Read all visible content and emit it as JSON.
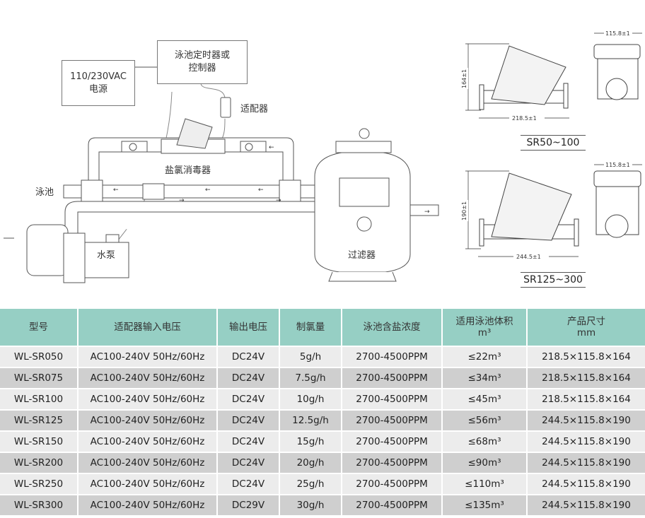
{
  "diagram": {
    "power_line1": "110/230VAC",
    "power_line2": "电源",
    "controller_line1": "泳池定时器或",
    "controller_line2": "控制器",
    "adapter": "适配器",
    "chlorinator": "盐氯消毒器",
    "pool": "泳池",
    "pump": "水泵",
    "filter": "过滤器"
  },
  "drawings": [
    {
      "model": "SR50~100",
      "height": "164±1",
      "length": "218.5±1",
      "width": "115.8±1"
    },
    {
      "model": "SR125~300",
      "height": "190±1",
      "length": "244.5±1",
      "width": "115.8±1"
    }
  ],
  "table": {
    "headers": [
      "型号",
      "适配器输入电压",
      "输出电压",
      "制氯量",
      "泳池含盐浓度",
      "适用泳池体积",
      "产品尺寸"
    ],
    "header_units": {
      "volume": "m³",
      "size": "mm"
    },
    "rows": [
      [
        "WL-SR050",
        "AC100-240V 50Hz/60Hz",
        "DC24V",
        "5g/h",
        "2700-4500PPM",
        "≤22m³",
        "218.5×115.8×164"
      ],
      [
        "WL-SR075",
        "AC100-240V 50Hz/60Hz",
        "DC24V",
        "7.5g/h",
        "2700-4500PPM",
        "≤34m³",
        "218.5×115.8×164"
      ],
      [
        "WL-SR100",
        "AC100-240V 50Hz/60Hz",
        "DC24V",
        "10g/h",
        "2700-4500PPM",
        "≤45m³",
        "218.5×115.8×164"
      ],
      [
        "WL-SR125",
        "AC100-240V 50Hz/60Hz",
        "DC24V",
        "12.5g/h",
        "2700-4500PPM",
        "≤56m³",
        "244.5×115.8×190"
      ],
      [
        "WL-SR150",
        "AC100-240V 50Hz/60Hz",
        "DC24V",
        "15g/h",
        "2700-4500PPM",
        "≤68m³",
        "244.5×115.8×190"
      ],
      [
        "WL-SR200",
        "AC100-240V 50Hz/60Hz",
        "DC24V",
        "20g/h",
        "2700-4500PPM",
        "≤90m³",
        "244.5×115.8×190"
      ],
      [
        "WL-SR250",
        "AC100-240V 50Hz/60Hz",
        "DC24V",
        "25g/h",
        "2700-4500PPM",
        "≤110m³",
        "244.5×115.8×190"
      ],
      [
        "WL-SR300",
        "AC100-240V 50Hz/60Hz",
        "DC29V",
        "30g/h",
        "2700-4500PPM",
        "≤135m³",
        "244.5×115.8×190"
      ]
    ]
  },
  "colors": {
    "header": "#96cfc4",
    "row_light": "#ececec",
    "row_dark": "#cfcfcf"
  }
}
